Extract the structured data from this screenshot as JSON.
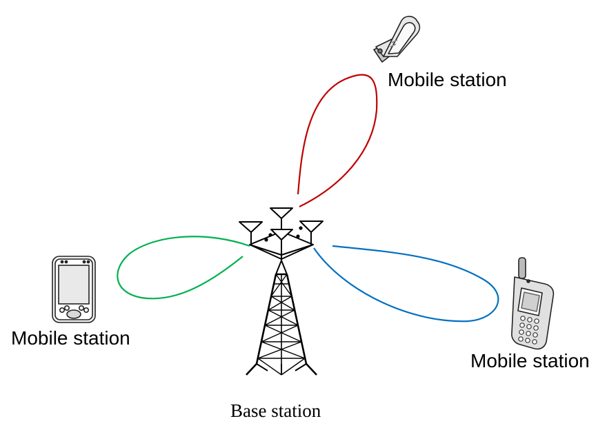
{
  "stations": {
    "top_label": "Mobile station",
    "left_label": "Mobile station",
    "right_label": "Mobile station"
  },
  "base_station": {
    "label": "Base station"
  },
  "beams": {
    "top_color": "#c00000",
    "left_color": "#00b050",
    "right_color": "#0070c0"
  },
  "icons": {
    "top_device": "flip-phone-icon",
    "left_device": "pda-icon",
    "right_device": "cell-phone-icon",
    "tower": "cell-tower-icon"
  }
}
